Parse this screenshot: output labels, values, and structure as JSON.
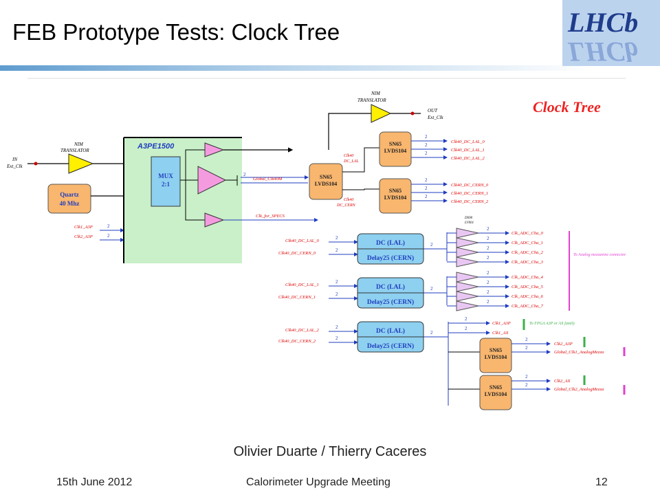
{
  "slide": {
    "title": "FEB Prototype Tests: Clock Tree",
    "authors": "Olivier Duarte / Thierry Caceres",
    "footer": {
      "date": "15th June 2012",
      "meeting": "Calorimeter Upgrade Meeting",
      "page": "12"
    }
  },
  "logo": {
    "text": "LHCb"
  },
  "diagram": {
    "heading": "Clock Tree",
    "nim_in": [
      "NIM",
      "TRANSLATOR"
    ],
    "nim_out": [
      "NIM",
      "TRANSLATOR"
    ],
    "in_label": [
      "IN",
      "Ext_Clk"
    ],
    "out_label": [
      "OUT",
      "Ext_Clk"
    ],
    "fpga": "A3PE1500",
    "mux": [
      "MUX",
      "2:1"
    ],
    "quartz": [
      "Quartz",
      "40 Mhz"
    ],
    "clk1_a3p": "Clk1_A3P",
    "clk2_a3p": "Clk2_A3P",
    "global_clk": "Global_Clk40M",
    "clk_specs": "Clk_for_SPECS",
    "bus2": "2",
    "sn65": [
      "SN65",
      "LVDS104"
    ],
    "clk40_lal": [
      "Clk40",
      "DC_LAL"
    ],
    "clk40_cern": [
      "Clk40",
      "DC_CERN"
    ],
    "lal_outs": [
      "Clk40_DC_LAL_0",
      "Clk40_DC_LAL_1",
      "Clk40_DC_LAL_2"
    ],
    "cern_outs": [
      "Clk40_DC_CERN_0",
      "Clk40_DC_CERN_1",
      "Clk40_DC_CERN_2"
    ],
    "dc": "DC (LAL)",
    "delay": "Delay25 (CERN)",
    "ds_label": [
      "DS90",
      "LV001"
    ],
    "adc_group1": [
      "Clk_ADC_Cha_0",
      "Clk_ADC_Cha_1",
      "Clk_ADC_Cha_2",
      "Clk_ADC_Cha_3"
    ],
    "adc_group2": [
      "Clk_ADC_Cha_4",
      "Clk_ADC_Cha_5",
      "Clk_ADC_Cha_6",
      "Clk_ADC_Cha_7"
    ],
    "analog_note": "To Analog mezzanine connector",
    "clk1_ax": "Clk1_AX",
    "fpga_note": "To FPGA A3P or AX family",
    "clk2_ax": "Clk2_AX",
    "gc1": "Global_Clk1_AnalogMezza",
    "gc2": "Global_Clk2_AnalogMezza"
  }
}
